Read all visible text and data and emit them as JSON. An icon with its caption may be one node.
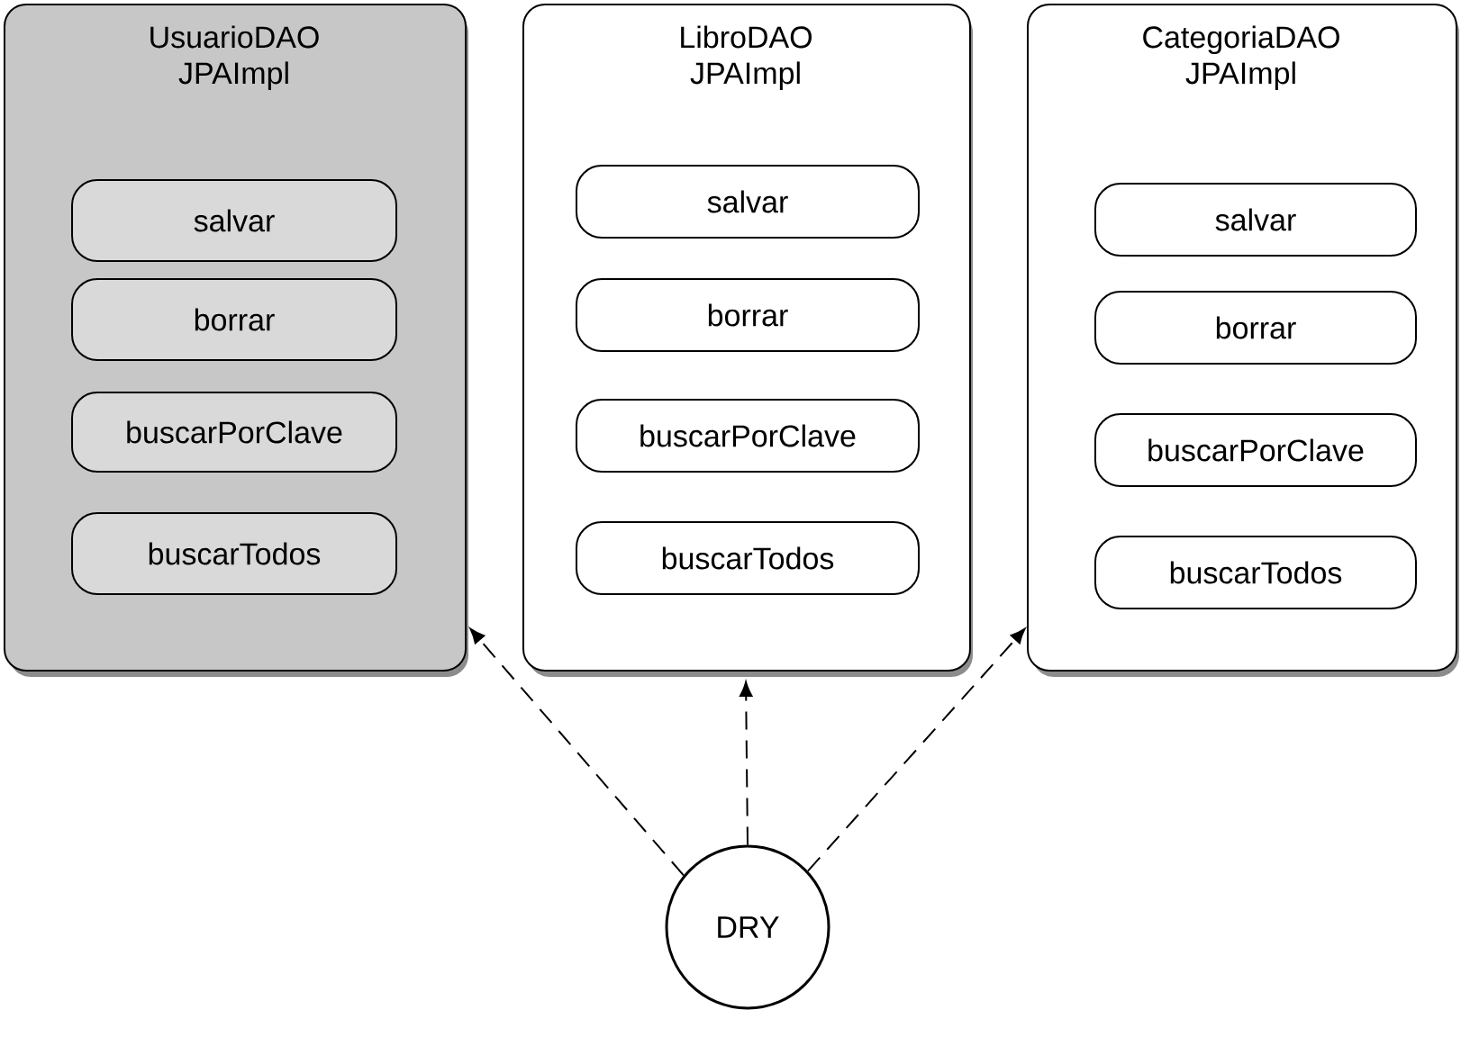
{
  "diagram": {
    "nodes": [
      {
        "text": [
          "UsuarioDAO JPAImpl"
        ]
      },
      {
        "text": [
          "salvar"
        ],
        "in": 0
      },
      {
        "text": [
          "borrar"
        ],
        "in": 0
      },
      {
        "text": [
          "buscarPorClave"
        ],
        "in": 0
      },
      {
        "text": [
          "buscarTodos"
        ],
        "in": 0
      },
      {
        "text": [
          "LibroDAO JPAImpl"
        ]
      },
      {
        "text": [
          "salvar"
        ],
        "in": 5
      },
      {
        "text": [
          "borrar"
        ],
        "in": 5
      },
      {
        "text": [
          "buscarPorClave"
        ],
        "in": 5
      },
      {
        "text": [
          "buscarTodos"
        ],
        "in": 5
      },
      {
        "text": [
          "CategoriaDAO JPAImpl"
        ]
      },
      {
        "text": [
          "salvar"
        ],
        "in": 10
      },
      {
        "text": [
          "borrar"
        ],
        "in": 10
      },
      {
        "text": [
          "buscarPorClave"
        ],
        "in": 10
      },
      {
        "text": [
          "buscarTodos"
        ],
        "in": 10
      },
      {
        "text": [
          "DRY"
        ]
      }
    ],
    "edges": [
      {
        "from": 15,
        "to": 0,
        "arrow": "to",
        "style": "dashed"
      },
      {
        "from": 15,
        "to": 5,
        "arrow": "to",
        "style": "dashed"
      },
      {
        "from": 15,
        "to": 10,
        "arrow": "to",
        "style": "dashed"
      }
    ]
  }
}
